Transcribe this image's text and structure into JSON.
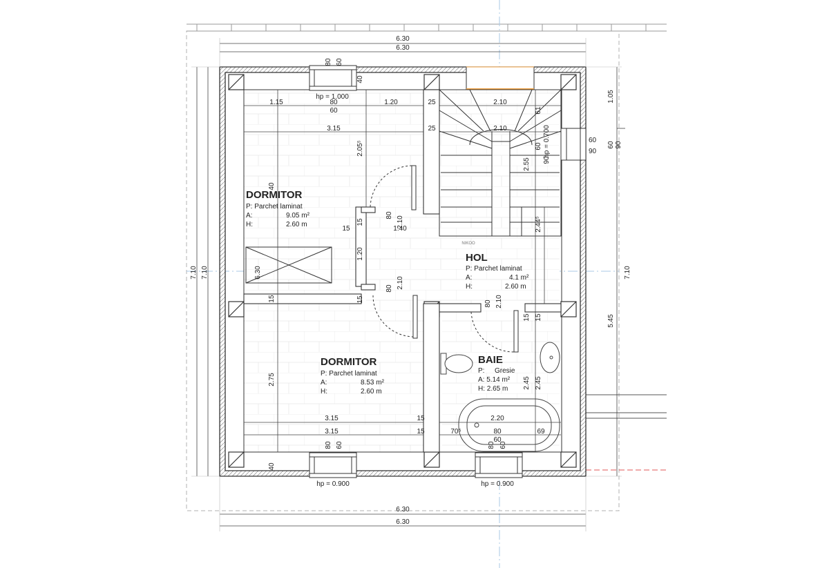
{
  "colors": {
    "wall": "#333333",
    "dim_line": "#444444",
    "guide": "#b9b9b9",
    "axis_blue": "#a9c9e6",
    "axis_red": "#e05555",
    "frame_dash": "#b0b0b0",
    "orange": "#f0a040"
  },
  "dims": {
    "top_outer_1": "6.30",
    "top_outer_2": "6.30",
    "bottom_outer_1": "6.30",
    "bottom_outer_2": "6.30",
    "left_outer_1": "7.10",
    "left_outer_2": "7.10",
    "right_outer": "7.10",
    "right_upper": "1.05",
    "right_lower": "5.45",
    "right_win_60": "60",
    "right_win_90": "90",
    "win_top_80": "80",
    "win_top_60": "60",
    "win_top_40": "40",
    "hp_top": "hp = 1.000",
    "inner_115": "1.15",
    "inner_80": "80",
    "inner_60": "60",
    "inner_120": "1.20",
    "inner_25a": "25",
    "inner_25b": "25",
    "stair_210a": "2.10",
    "stair_210b": "2.10",
    "stair_61": "61",
    "hp_side": "hp = 0.700",
    "stair_90": "90",
    "stair_60": "60",
    "side_60": "60",
    "side_90": "90",
    "upper_315": "3.15",
    "v_205": "2.05⁵",
    "v_255": "2.55",
    "v_40": "40",
    "v_15a": "15",
    "v_15b": "15",
    "d_80a": "80",
    "d_210a": "2.10",
    "d_140": "1.40",
    "v_120": "1.20",
    "v_15c": "15",
    "v_630": "6.30",
    "v_15d": "15",
    "d_80b": "80",
    "d_210b": "2.10",
    "d_80c": "80",
    "d_210c": "2.10",
    "v_244": "2.44⁵",
    "v_15e": "15",
    "v_15f": "15",
    "v_275": "2.75",
    "v_245a": "2.45",
    "v_245b": "2.45",
    "low_315a": "3.15",
    "low_315b": "3.15",
    "low_15a": "15",
    "low_15b": "15",
    "low_220": "2.20",
    "low_705": "70⁵",
    "low_80": "80",
    "low_60": "60",
    "low_69": "69",
    "v_40b": "40",
    "win_bl_80": "80",
    "win_bl_60": "60",
    "win_br_80": "80",
    "win_br_60": "60",
    "hp_bl": "hp = 0.900",
    "hp_br": "hp = 0.900",
    "stair_label": "NIKOO"
  },
  "rooms": {
    "dormitor_upper": {
      "name": "DORMITOR",
      "p": "P: Parchet laminat",
      "a_label": "A:",
      "a_value": "9.05 m²",
      "h_label": "H:",
      "h_value": "2.60 m"
    },
    "hol": {
      "name": "HOL",
      "p": "P: Parchet laminat",
      "a_label": "A:",
      "a_value": "4.1 m²",
      "h_label": "H:",
      "h_value": "2.60 m"
    },
    "dormitor_lower": {
      "name": "DORMITOR",
      "p": "P: Parchet laminat",
      "a_label": "A:",
      "a_value": "8.53 m²",
      "h_label": "H:",
      "h_value": "2.60 m"
    },
    "baie": {
      "name": "BAIE",
      "p_label": "P:",
      "p_value": "Gresie",
      "a": "A: 5.14 m²",
      "h": "H: 2.65 m"
    }
  }
}
